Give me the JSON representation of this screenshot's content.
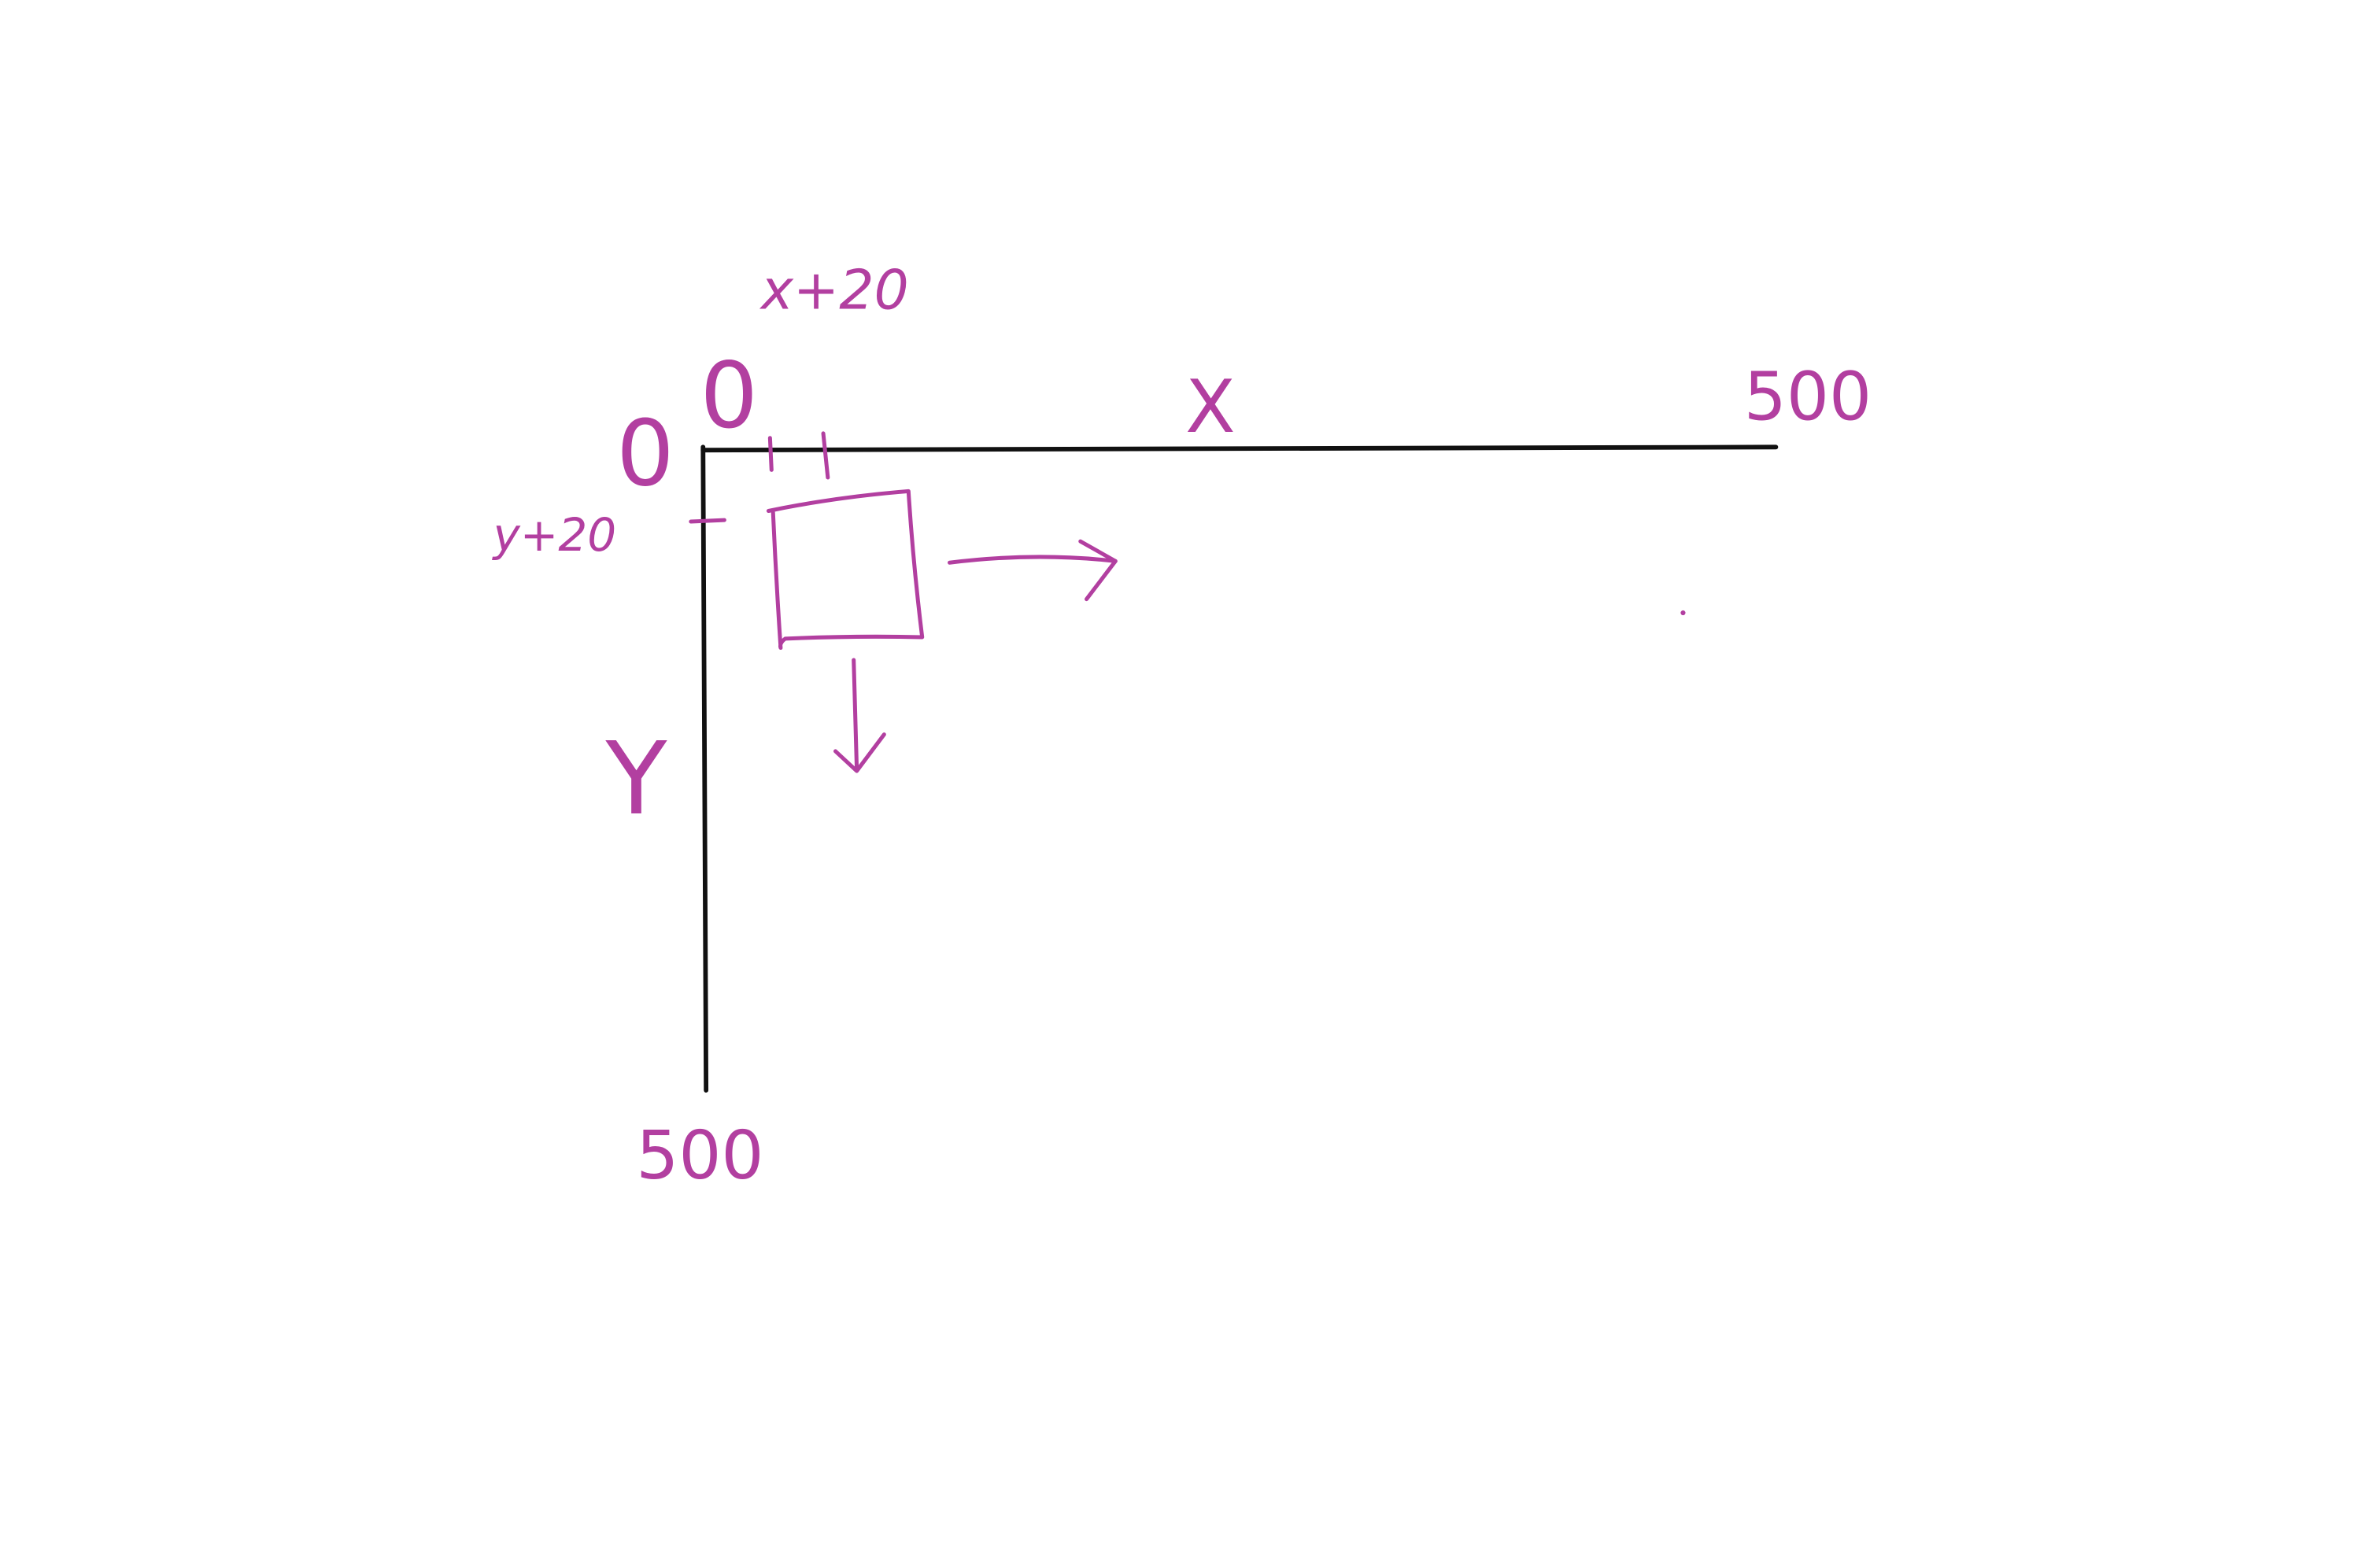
{
  "labels": {
    "x_offset": "x+20",
    "y_offset": "y+20",
    "origin_x": "0",
    "origin_y": "0",
    "x_axis": "X",
    "y_axis": "Y",
    "x_max": "500",
    "y_max": "500"
  },
  "colors": {
    "axis": "#111111",
    "ink": "#b23fa0",
    "background": "#ffffff"
  }
}
